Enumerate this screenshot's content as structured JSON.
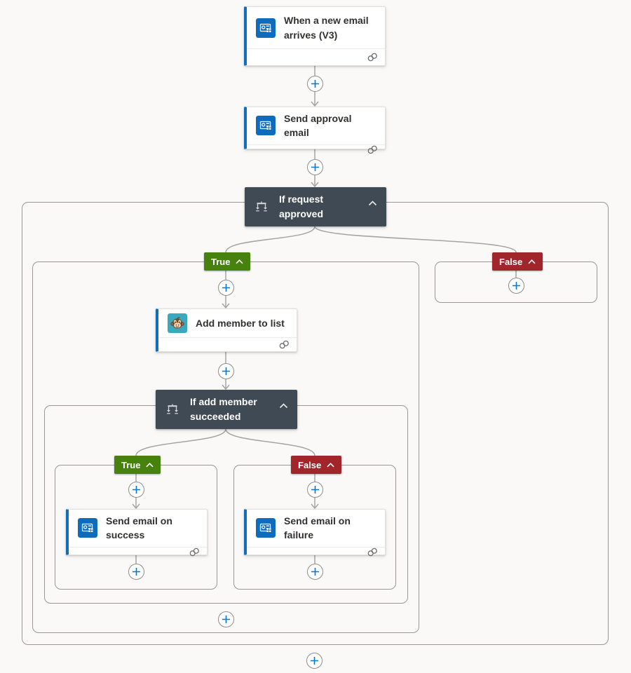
{
  "nodes": {
    "trigger": {
      "title": "When a new email arrives (V3)",
      "icon": "outlook-mail"
    },
    "send_approval": {
      "title": "Send approval email",
      "icon": "outlook-mail"
    },
    "if_request": {
      "title": "If request approved",
      "icon": "condition-branch"
    },
    "add_member": {
      "title": "Add member to list",
      "icon": "mailchimp-monkey"
    },
    "if_add_member": {
      "title": "If add member succeeded",
      "icon": "condition-branch"
    },
    "send_success": {
      "title": "Send email on success",
      "icon": "outlook-mail"
    },
    "send_failure": {
      "title": "Send email on failure",
      "icon": "outlook-mail"
    }
  },
  "branches": {
    "outer_true": "True",
    "outer_false": "False",
    "inner_true": "True",
    "inner_false": "False"
  },
  "icons": {
    "card_footer": "connection-link-icon",
    "collapse": "chevron-up-icon",
    "insert": "plus-icon"
  },
  "colors": {
    "canvas_bg": "#faf9f8",
    "card_accent_blue": "#116ebe",
    "outlook_blue": "#0f6cbd",
    "mailchimp_teal": "#3aa9bd",
    "condition_dark": "#404a54",
    "true_green": "#47810e",
    "false_red": "#a0262c",
    "connector_gray": "#a6a4a2",
    "plus_blue": "#0078d4",
    "scope_border": "#9a9795"
  }
}
